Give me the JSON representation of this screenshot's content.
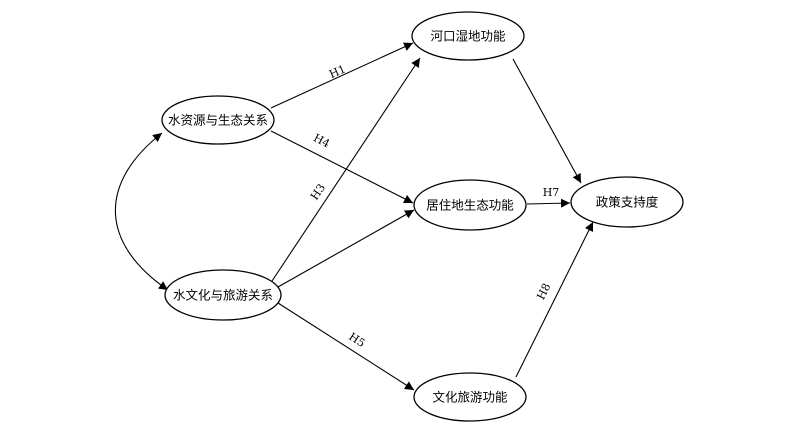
{
  "nodes": {
    "water_eco": "水资源与生态关系",
    "water_culture": "水文化与旅游关系",
    "estuary": "河口湿地功能",
    "habitat": "居住地生态功能",
    "culture_tourism": "文化旅游功能",
    "policy": "政策支持度"
  },
  "hypotheses": {
    "h1": "H1",
    "h3": "H3",
    "h4": "H4",
    "h5": "H5",
    "h7": "H7",
    "h8": "H8"
  },
  "colors": {
    "stroke": "#000000",
    "background": "#ffffff"
  }
}
